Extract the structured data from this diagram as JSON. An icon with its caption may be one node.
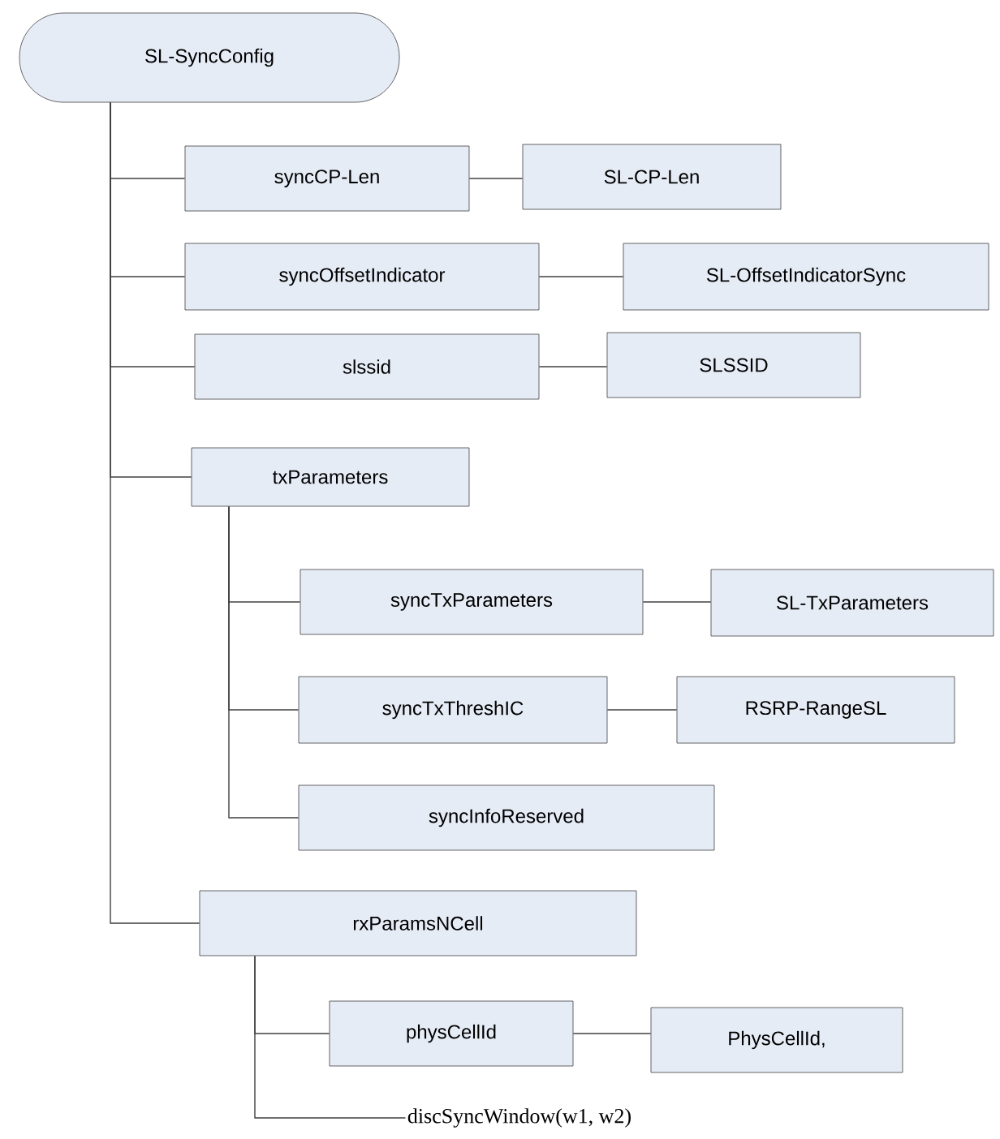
{
  "diagram": {
    "nodes": [
      {
        "text": [
          "SL-SyncConfig"
        ]
      },
      {
        "text": [
          "syncCP-Len"
        ]
      },
      {
        "text": [
          "SL-CP-Len"
        ]
      },
      {
        "text": [
          "syncOffsetIndicator"
        ]
      },
      {
        "text": [
          "SL-OffsetIndicatorSync"
        ]
      },
      {
        "text": [
          "slssid"
        ]
      },
      {
        "text": [
          "SLSSID"
        ]
      },
      {
        "text": [
          "txParameters"
        ]
      },
      {
        "text": [
          "syncTxParameters"
        ]
      },
      {
        "text": [
          "SL-TxParameters"
        ]
      },
      {
        "text": [
          "syncTxThreshIC"
        ]
      },
      {
        "text": [
          "RSRP-RangeSL"
        ]
      },
      {
        "text": [
          "syncInfoReserved"
        ]
      },
      {
        "text": [
          "rxParamsNCell"
        ]
      },
      {
        "text": [
          "physCellId"
        ]
      },
      {
        "text": [
          "PhysCellId,"
        ]
      },
      {
        "text": [
          "discSyncWindow(w1, w2)"
        ]
      }
    ],
    "edges": [
      {
        "from": 0,
        "to": 1,
        "arrow": "none"
      },
      {
        "from": 1,
        "to": 2,
        "arrow": "none"
      },
      {
        "from": 0,
        "to": 3,
        "arrow": "none"
      },
      {
        "from": 3,
        "to": 4,
        "arrow": "none"
      },
      {
        "from": 0,
        "to": 5,
        "arrow": "none"
      },
      {
        "from": 5,
        "to": 6,
        "arrow": "none"
      },
      {
        "from": 0,
        "to": 7,
        "arrow": "none"
      },
      {
        "from": 7,
        "to": 8,
        "arrow": "none"
      },
      {
        "from": 8,
        "to": 9,
        "arrow": "none"
      },
      {
        "from": 7,
        "to": 10,
        "arrow": "none"
      },
      {
        "from": 10,
        "to": 11,
        "arrow": "none"
      },
      {
        "from": 7,
        "to": 12,
        "arrow": "none"
      },
      {
        "from": 0,
        "to": 13,
        "arrow": "none"
      },
      {
        "from": 13,
        "to": 14,
        "arrow": "none"
      },
      {
        "from": 14,
        "to": 15,
        "arrow": "none"
      },
      {
        "from": 13,
        "to": 16,
        "arrow": "none"
      }
    ]
  }
}
